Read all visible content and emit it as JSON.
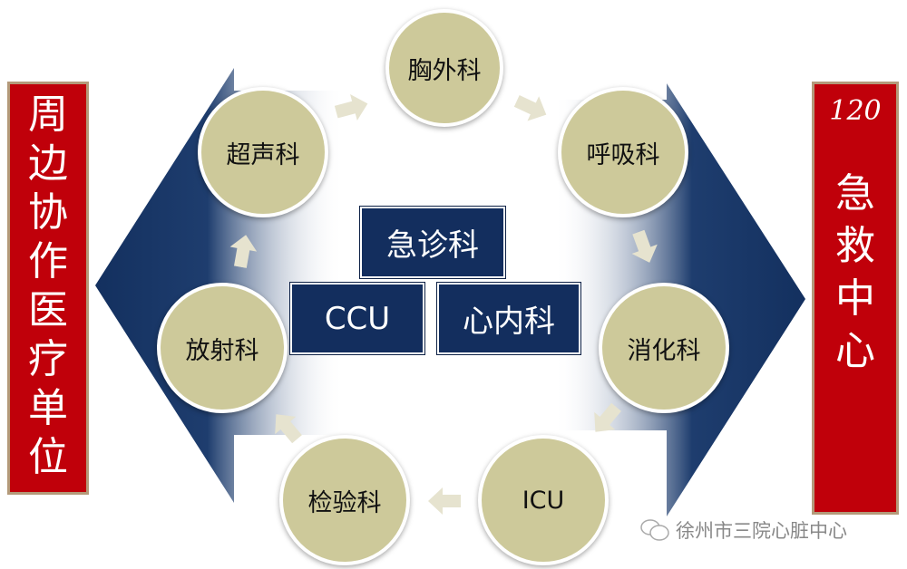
{
  "left_panel": {
    "chars": [
      "周",
      "边",
      "协",
      "作",
      "医",
      "疗",
      "单",
      "位"
    ]
  },
  "right_panel": {
    "number": "120",
    "chars": [
      "急",
      "救",
      "中",
      "心"
    ]
  },
  "core_boxes": {
    "emergency": "急诊科",
    "ccu": "CCU",
    "cardiology": "心内科"
  },
  "cycle_departments": {
    "thoracic": "胸外科",
    "respiratory": "呼吸科",
    "gastro": "消化科",
    "icu": "ICU",
    "lab": "检验科",
    "radiology": "放射科",
    "ultrasound": "超声科"
  },
  "watermark": {
    "text": "徐州市三院心脏中心",
    "icon": "wechat-icon"
  },
  "colors": {
    "red": "#c0000a",
    "navy": "#132e5e",
    "circle": "#cdc99a",
    "arrow": "#e6e3cf"
  }
}
